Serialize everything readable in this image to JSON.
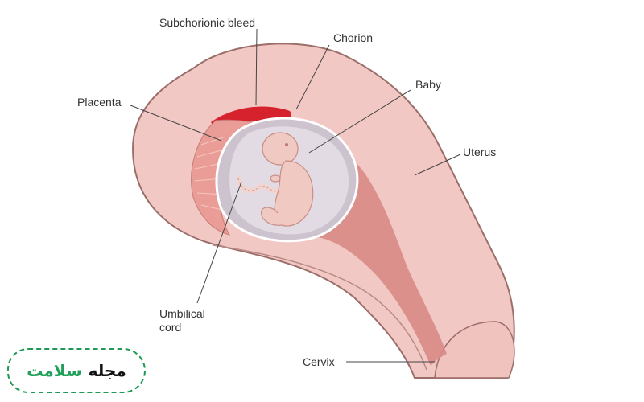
{
  "labels": {
    "subchorionic_bleed": "Subchorionic bleed",
    "chorion": "Chorion",
    "baby": "Baby",
    "placenta": "Placenta",
    "uterus": "Uterus",
    "umbilical_cord_line1": "Umbilical",
    "umbilical_cord_line2": "cord",
    "cervix": "Cervix"
  },
  "badge": {
    "word1": "مجله",
    "word2": "سلامت"
  },
  "colors": {
    "uterus_wall": "#f2c8c4",
    "uterus_outline": "#9c6e69",
    "cavity": "#d88a86",
    "placenta": "#ea9d96",
    "bleed": "#d6222c",
    "sac": "#cdc3cf",
    "amniotic": "#e2dbe3",
    "membrane": "#ffffff",
    "fetus": "#f1c9c3",
    "badge_green": "#22a05a"
  }
}
